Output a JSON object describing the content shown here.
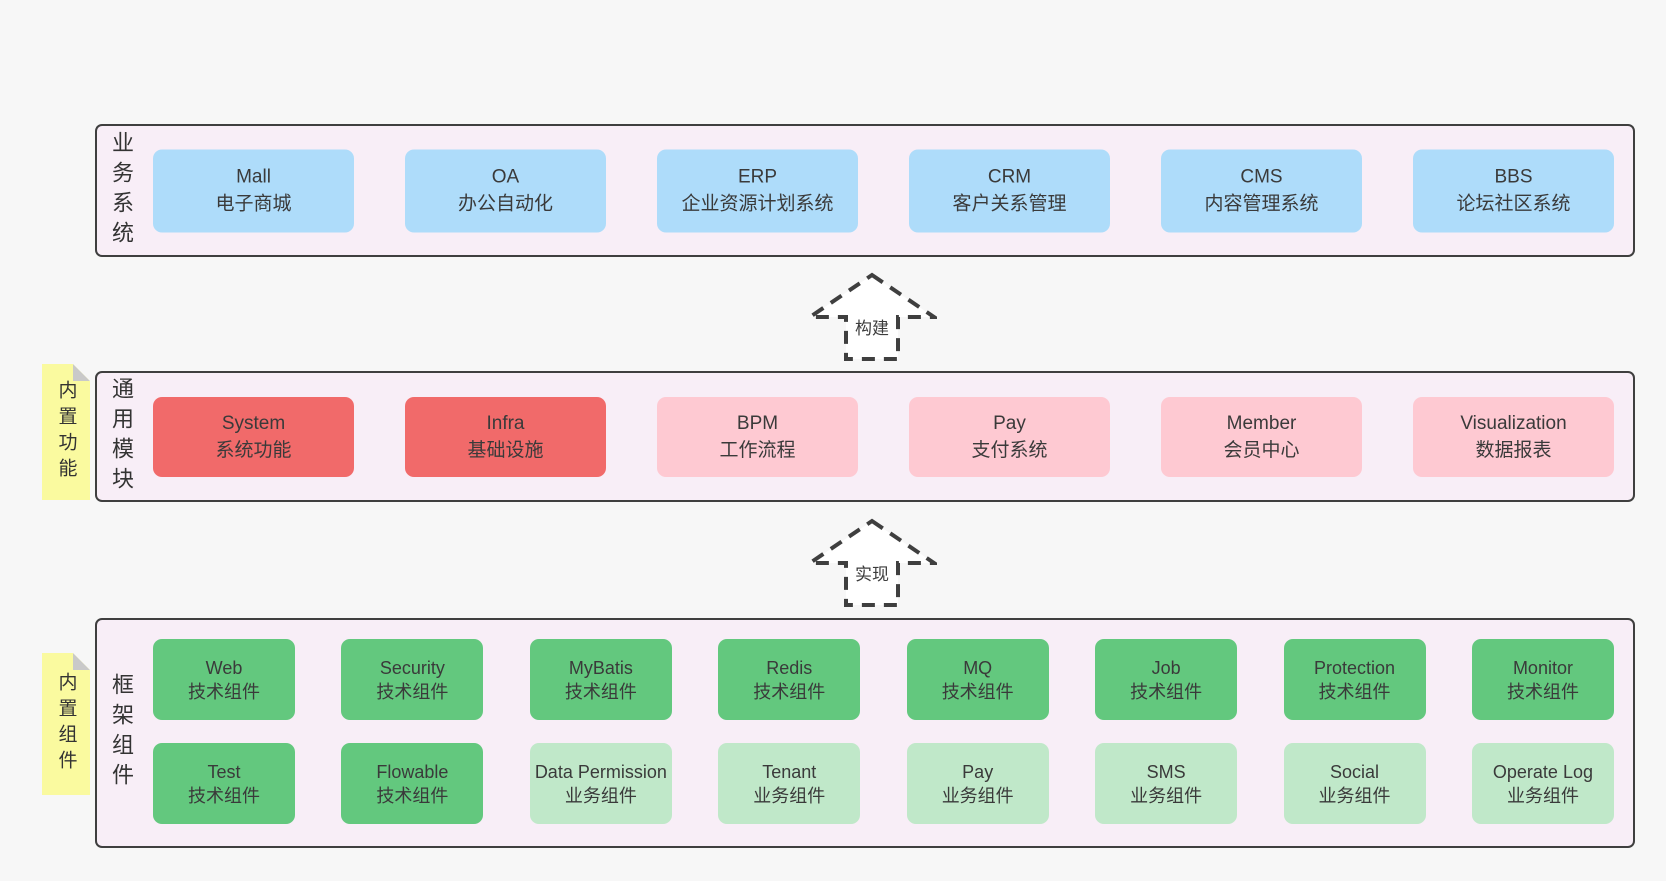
{
  "colors": {
    "page_bg": "#f7f7f7",
    "band_bg": "#f8eef7",
    "band_border": "#3f3f3f",
    "blue": "#aedcfa",
    "red": "#f16a6a",
    "pink": "#fec9d2",
    "green": "#63c87e",
    "light_green": "#c0e8c9",
    "sticky_yellow": "#fafa9f"
  },
  "bands": {
    "business": {
      "side_label": "业务系统",
      "boxes": [
        {
          "en": "Mall",
          "zh": "电子商城"
        },
        {
          "en": "OA",
          "zh": "办公自动化"
        },
        {
          "en": "ERP",
          "zh": "企业资源计划系统"
        },
        {
          "en": "CRM",
          "zh": "客户关系管理"
        },
        {
          "en": "CMS",
          "zh": "内容管理系统"
        },
        {
          "en": "BBS",
          "zh": "论坛社区系统"
        }
      ]
    },
    "modules": {
      "side_label": "通用模块",
      "sticky_label": "内置功能",
      "boxes": [
        {
          "en": "System",
          "zh": "系统功能",
          "variant": "red"
        },
        {
          "en": "Infra",
          "zh": "基础设施",
          "variant": "red"
        },
        {
          "en": "BPM",
          "zh": "工作流程",
          "variant": "pink"
        },
        {
          "en": "Pay",
          "zh": "支付系统",
          "variant": "pink"
        },
        {
          "en": "Member",
          "zh": "会员中心",
          "variant": "pink"
        },
        {
          "en": "Visualization",
          "zh": "数据报表",
          "variant": "pink"
        }
      ]
    },
    "components": {
      "side_label": "框架组件",
      "sticky_label": "内置组件",
      "row1": [
        {
          "en": "Web",
          "zh": "技术组件",
          "variant": "green"
        },
        {
          "en": "Security",
          "zh": "技术组件",
          "variant": "green"
        },
        {
          "en": "MyBatis",
          "zh": "技术组件",
          "variant": "green"
        },
        {
          "en": "Redis",
          "zh": "技术组件",
          "variant": "green"
        },
        {
          "en": "MQ",
          "zh": "技术组件",
          "variant": "green"
        },
        {
          "en": "Job",
          "zh": "技术组件",
          "variant": "green"
        },
        {
          "en": "Protection",
          "zh": "技术组件",
          "variant": "green"
        },
        {
          "en": "Monitor",
          "zh": "技术组件",
          "variant": "green"
        }
      ],
      "row2": [
        {
          "en": "Test",
          "zh": "技术组件",
          "variant": "green"
        },
        {
          "en": "Flowable",
          "zh": "技术组件",
          "variant": "green"
        },
        {
          "en": "Data Permission",
          "zh": "业务组件",
          "variant": "light_green"
        },
        {
          "en": "Tenant",
          "zh": "业务组件",
          "variant": "light_green"
        },
        {
          "en": "Pay",
          "zh": "业务组件",
          "variant": "light_green"
        },
        {
          "en": "SMS",
          "zh": "业务组件",
          "variant": "light_green"
        },
        {
          "en": "Social",
          "zh": "业务组件",
          "variant": "light_green"
        },
        {
          "en": "Operate Log",
          "zh": "业务组件",
          "variant": "light_green"
        }
      ]
    }
  },
  "arrows": {
    "build": "构建",
    "implement": "实现"
  }
}
